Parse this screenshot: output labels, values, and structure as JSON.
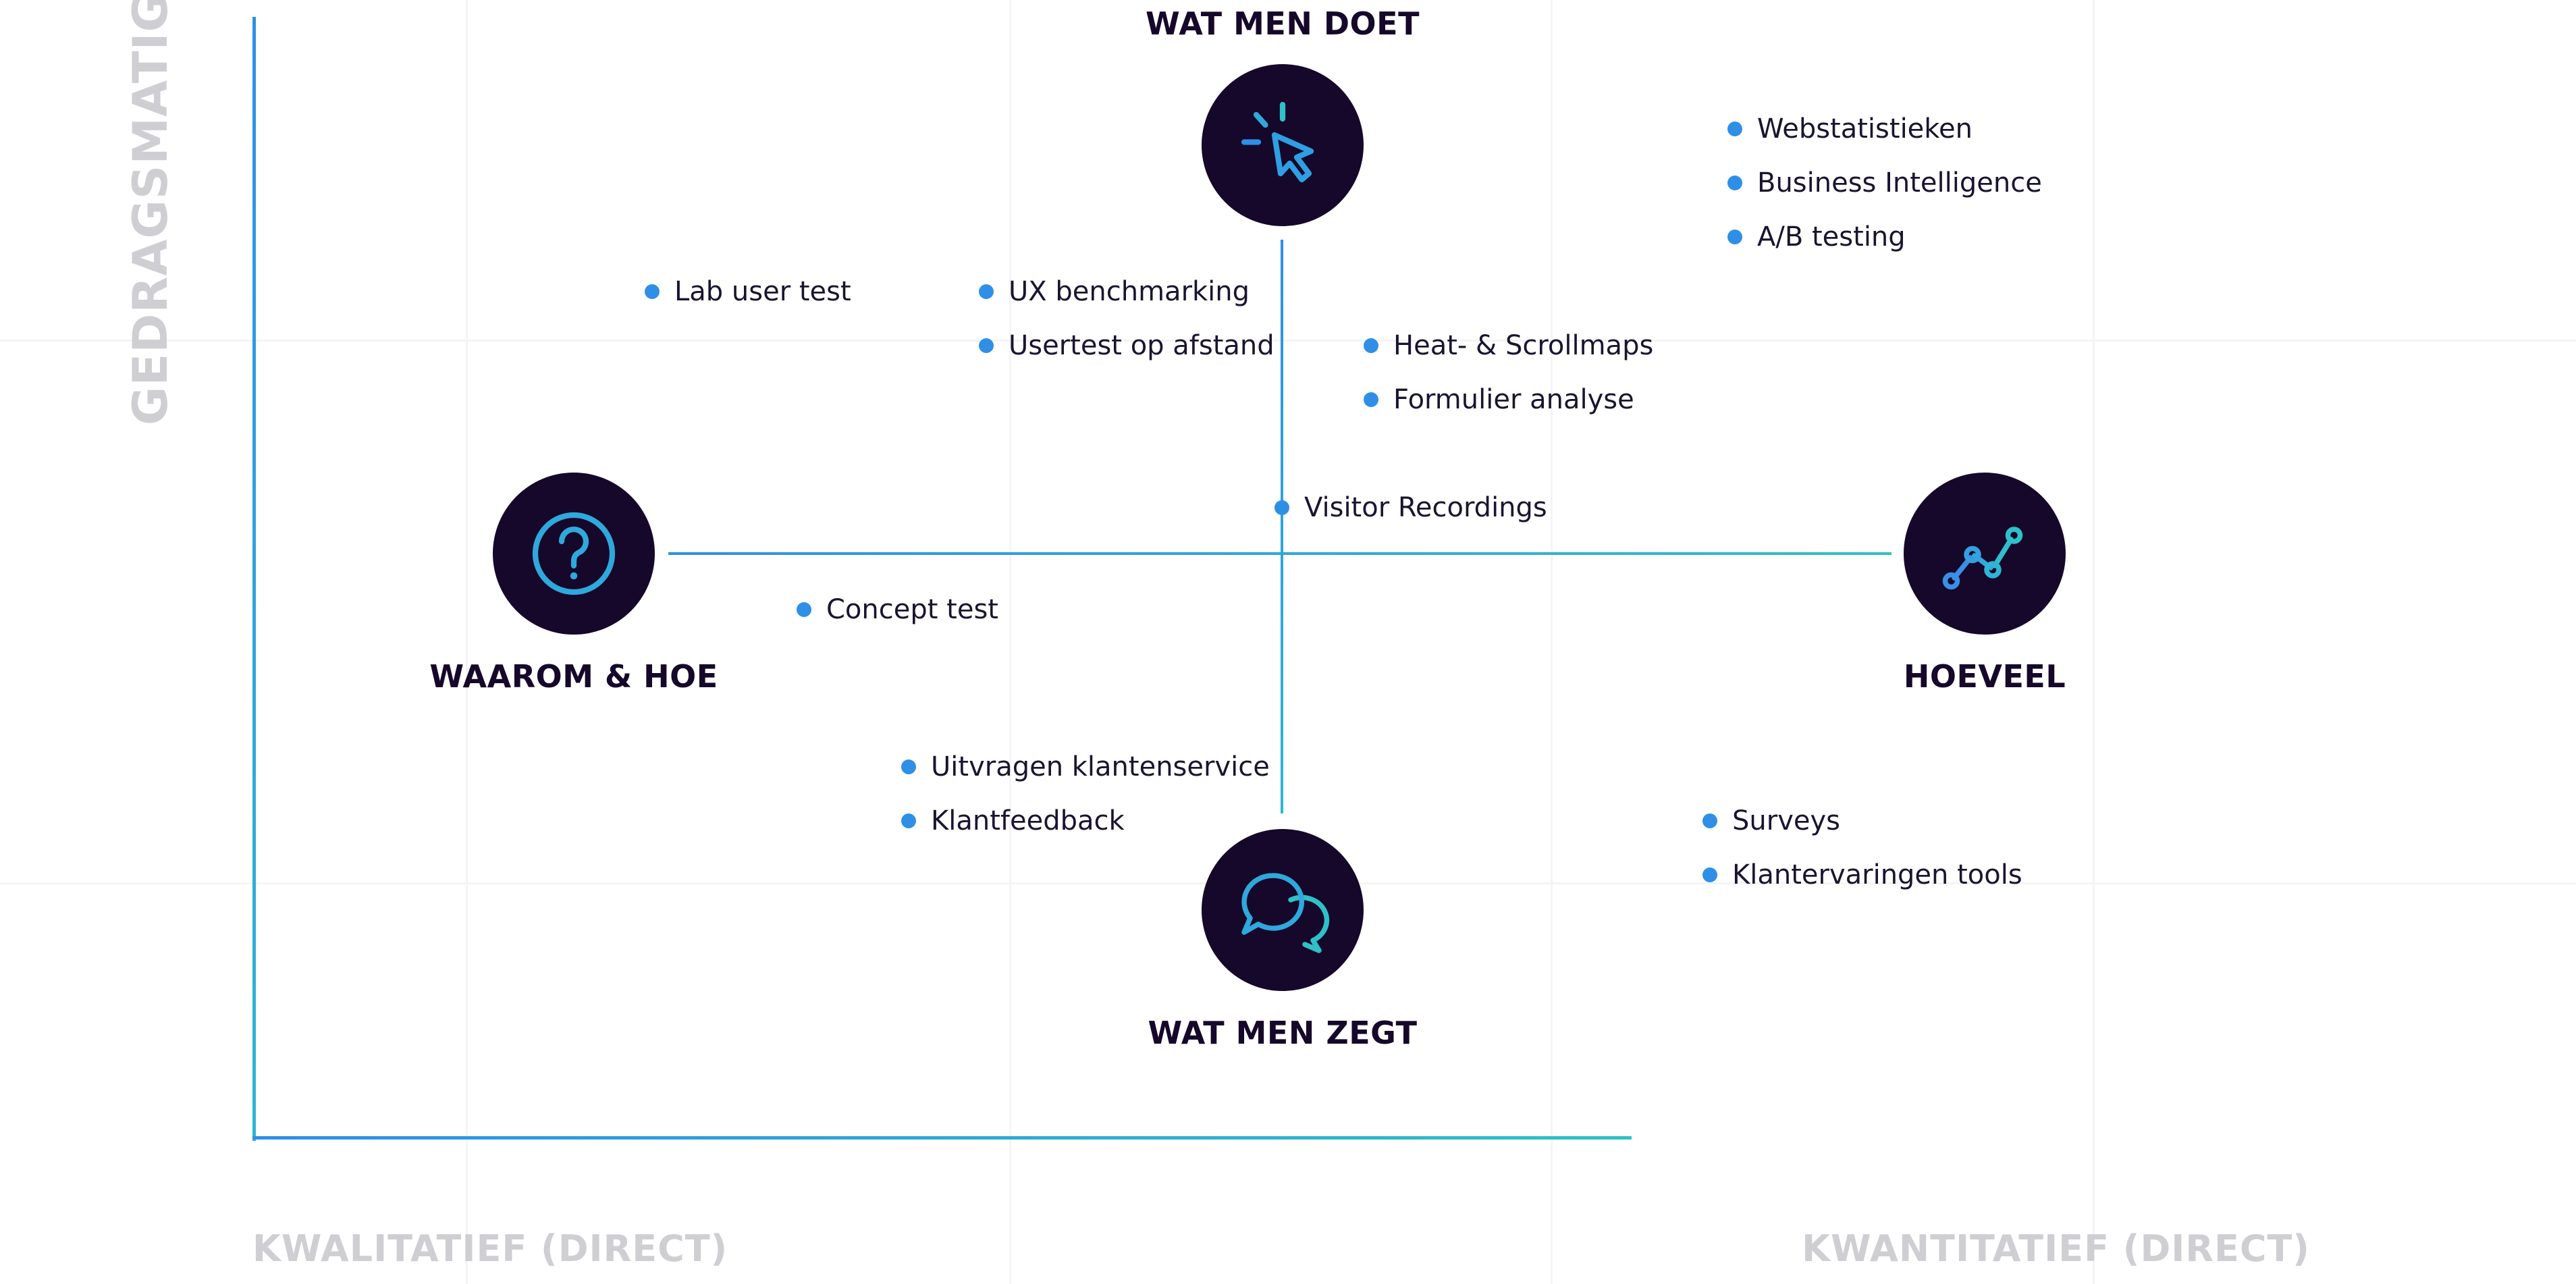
{
  "axes": {
    "y_label": "GEDRAGSMATIG",
    "x_left_label": "KWALITATIEF (DIRECT)",
    "x_right_label": "KWANTITATIEF (DIRECT)"
  },
  "nodes": {
    "top": {
      "title": "WAT MEN DOET",
      "icon": "cursor-click-icon"
    },
    "left": {
      "title": "WAAROM & HOE",
      "icon": "question-icon"
    },
    "right": {
      "title": "HOEVEEL",
      "icon": "line-chart-icon"
    },
    "bottom": {
      "title": "WAT MEN ZEGT",
      "icon": "chat-bubbles-icon"
    }
  },
  "methods": [
    "Webstatistieken",
    "Business Intelligence",
    "A/B testing",
    "Lab user test",
    "UX benchmarking",
    "Usertest op afstand",
    "Heat- & Scrollmaps",
    "Formulier analyse",
    "Visitor Recordings",
    "Concept test",
    "Uitvragen klantenservice",
    "Klantfeedback",
    "Surveys",
    "Klantervaringen tools"
  ],
  "colors": {
    "node_fill": "#16082a",
    "accent_blue": "#2f8fe6",
    "accent_teal": "#2fc0c8",
    "axis_label_gray": "#cfcfd3"
  }
}
